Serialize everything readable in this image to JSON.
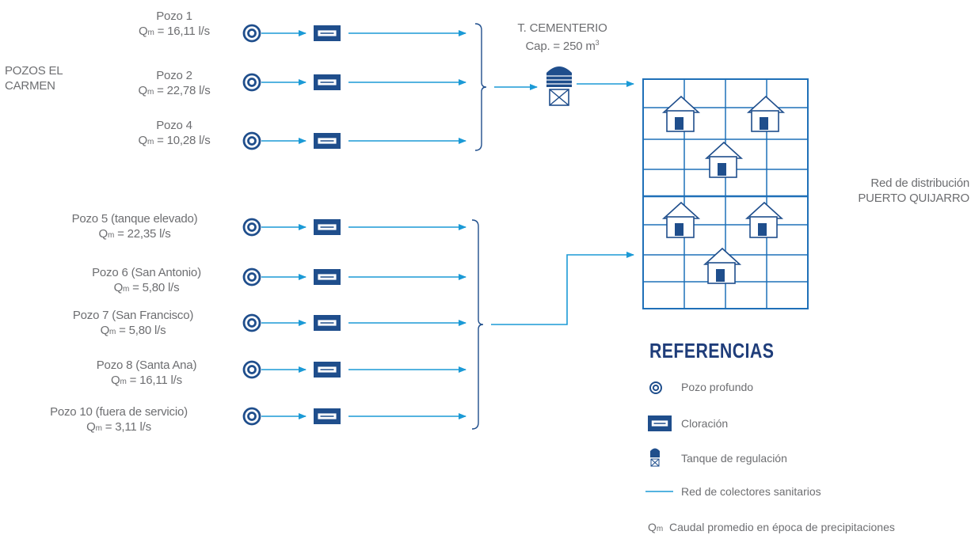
{
  "group_carmen_label": "POZOS EL\nCARMEN",
  "qm_symbol": "Q",
  "qm_subscript": "m",
  "group1": {
    "wells": [
      {
        "name": "Pozo 1",
        "flow": "= 16,11 l/s"
      },
      {
        "name": "Pozo 2",
        "flow": "= 22,78 l/s"
      },
      {
        "name": "Pozo 4",
        "flow": "= 10,28 l/s"
      }
    ]
  },
  "group2": {
    "wells": [
      {
        "name": "Pozo 5 (tanque elevado)",
        "flow": "= 22,35 l/s"
      },
      {
        "name": "Pozo 6 (San Antonio)",
        "flow": "= 5,80 l/s"
      },
      {
        "name": "Pozo 7 (San Francisco)",
        "flow": "= 5,80 l/s"
      },
      {
        "name": "Pozo 8 (Santa Ana)",
        "flow": "= 16,11 l/s"
      },
      {
        "name": "Pozo 10 (fuera de servicio)",
        "flow": "= 3,11 l/s"
      }
    ]
  },
  "tank": {
    "name": "T.  CEMENTERIO",
    "capacity": "Cap. = 250 m",
    "capacity_sup": "3"
  },
  "network_label": {
    "line1": "Red de distribución",
    "line2": "PUERTO QUIJARRO"
  },
  "legend": {
    "title": "REFERENCIAS",
    "items": {
      "well": "Pozo profundo",
      "chlorination": "Cloración",
      "tank": "Tanque de regulación",
      "network": "Red de colectores sanitarios",
      "qm": "Caudal promedio en época de precipitaciones"
    }
  },
  "colors": {
    "flow_line": "#1b9ad6",
    "icon_dark": "#1f4e8c",
    "grid": "#1f70b8",
    "text": "#6d6e71",
    "title": "#1f3d7a"
  }
}
